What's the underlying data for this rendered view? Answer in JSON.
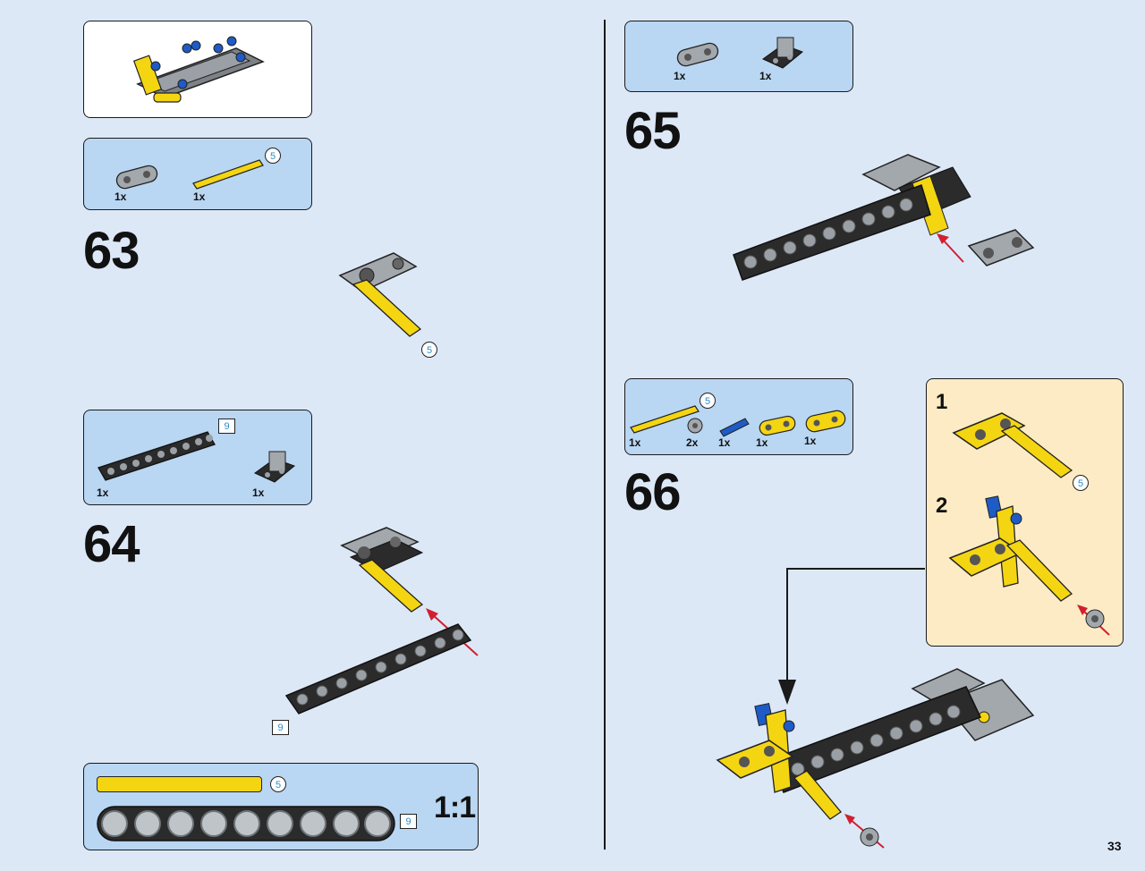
{
  "page_number": "33",
  "scale_label": "1:1",
  "steps": {
    "s63": "63",
    "s64": "64",
    "s65": "65",
    "s66": "66"
  },
  "substeps": {
    "one": "1",
    "two": "2"
  },
  "parts_lists": {
    "p63": [
      {
        "qty": "1x",
        "part": "gray-connector"
      },
      {
        "qty": "1x",
        "part": "yellow-axle",
        "length": "5"
      }
    ],
    "p64": [
      {
        "qty": "1x",
        "part": "black-beam",
        "length": "9"
      },
      {
        "qty": "1x",
        "part": "black-connector-block"
      }
    ],
    "p65": [
      {
        "qty": "1x",
        "part": "gray-connector"
      },
      {
        "qty": "1x",
        "part": "black-connector-block"
      }
    ],
    "p66": [
      {
        "qty": "1x",
        "part": "yellow-axle",
        "length": "5"
      },
      {
        "qty": "2x",
        "part": "gray-bush"
      },
      {
        "qty": "1x",
        "part": "blue-pin"
      },
      {
        "qty": "1x",
        "part": "yellow-connector"
      },
      {
        "qty": "1x",
        "part": "yellow-connector-axle"
      }
    ]
  },
  "callouts": {
    "axle_length_5": "5",
    "beam_length_9": "9"
  },
  "colors": {
    "background": "#dde8f7",
    "parts_panel": "#b9d6f2",
    "subassembly_panel": "#fcebc4",
    "lego_yellow": "#f4d512",
    "lego_black": "#2b2b2b",
    "lego_gray": "#a3a8ad",
    "lego_blue": "#1e5bc6",
    "arrow_red": "#d0202f",
    "callout_blue": "#2a8fc7"
  }
}
